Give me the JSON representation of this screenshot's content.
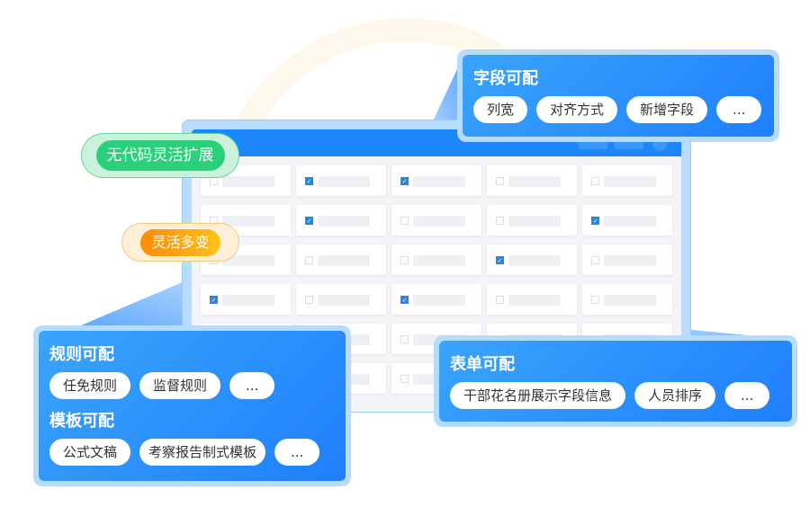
{
  "badges": {
    "green": "无代码灵活扩展",
    "orange": "灵活多变"
  },
  "grid_checked": [
    [
      false,
      true,
      true,
      false,
      false
    ],
    [
      false,
      true,
      false,
      false,
      true
    ],
    [
      false,
      false,
      false,
      true,
      false
    ],
    [
      true,
      false,
      true,
      false,
      false
    ],
    [
      false,
      false,
      false,
      false,
      false
    ],
    [
      false,
      false,
      false,
      false,
      false
    ]
  ],
  "field_panel": {
    "title": "字段可配",
    "tags": [
      "列宽",
      "对齐方式",
      "新增字段",
      "..."
    ]
  },
  "rule_panel": {
    "title": "规则可配",
    "tags": [
      "任免规则",
      "监督规则",
      "..."
    ],
    "title2": "模板可配",
    "tags2": [
      "公式文稿",
      "考察报告制式模板",
      "..."
    ]
  },
  "form_panel": {
    "title": "表单可配",
    "tags": [
      "干部花名册展示字段信息",
      "人员排序",
      "..."
    ]
  },
  "colors": {
    "primary": "#1e86fb",
    "green": "#2dd07a",
    "orange": "#fa9a0a"
  }
}
